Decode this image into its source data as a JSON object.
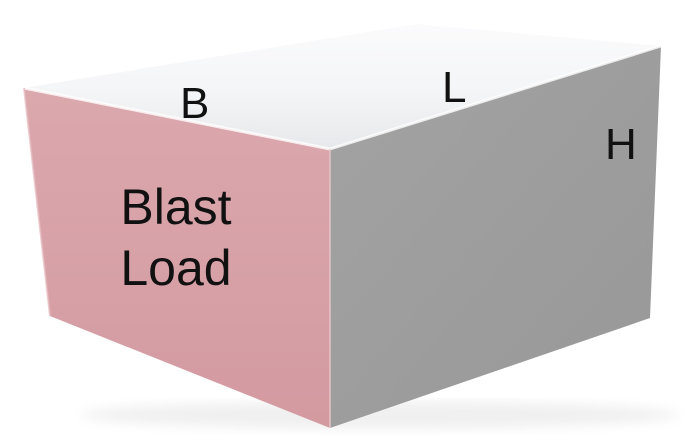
{
  "box": {
    "labels": {
      "breadth": "B",
      "length": "L",
      "height": "H"
    },
    "front_face": {
      "line1": "Blast",
      "line2": "Load"
    }
  },
  "colors": {
    "front_face": "#d9a2a8",
    "side_face": "#9f9f9f",
    "top_face": "#f6f6f8",
    "text": "#111111"
  }
}
